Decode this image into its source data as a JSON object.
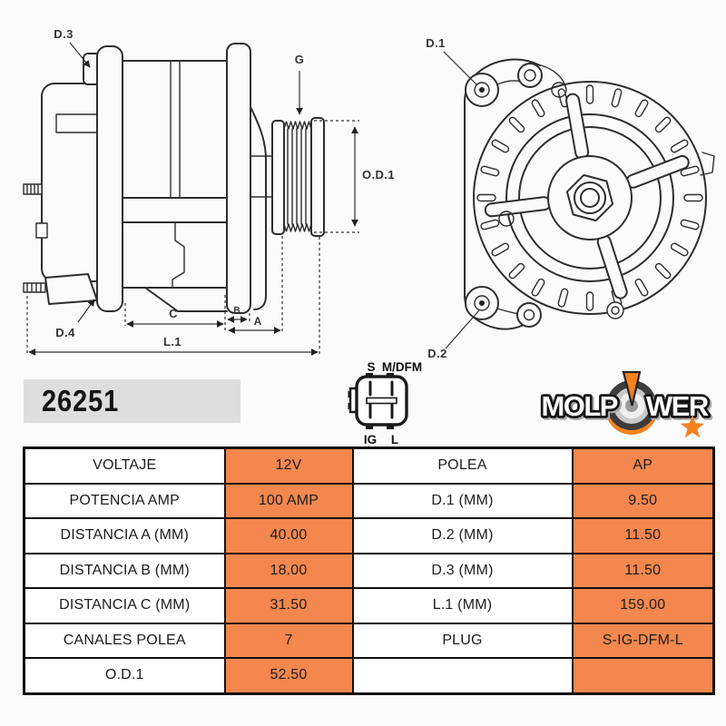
{
  "part_number": "26251",
  "brand": {
    "name": "MOLPOWER",
    "wordmark_left": "MOLP",
    "wordmark_right": "WER"
  },
  "connector": {
    "top_left": "S",
    "top_right": "M/DFM",
    "bottom_left": "IG",
    "bottom_right": "L"
  },
  "diagram": {
    "side_view": {
      "d3": "D.3",
      "d4": "D.4",
      "g": "G",
      "od1": "O.D.1",
      "c": "C",
      "b": "B",
      "a": "A",
      "l1": "L.1"
    },
    "front_view": {
      "d1": "D.1",
      "d2": "D.2"
    }
  },
  "table": {
    "rows": [
      [
        "VOLTAJE",
        "12V",
        "POLEA",
        "AP"
      ],
      [
        "POTENCIA AMP",
        "100 AMP",
        "D.1 (MM)",
        "9.50"
      ],
      [
        "DISTANCIA A (MM)",
        "40.00",
        "D.2 (MM)",
        "11.50"
      ],
      [
        "DISTANCIA B (MM)",
        "18.00",
        "D.3 (MM)",
        "11.50"
      ],
      [
        "DISTANCIA C (MM)",
        "31.50",
        "L.1 (MM)",
        "159.00"
      ],
      [
        "CANALES POLEA",
        "7",
        "PLUG",
        "S-IG-DFM-L"
      ],
      [
        "O.D.1",
        "52.50",
        "",
        ""
      ]
    ]
  },
  "colors": {
    "accent_orange": "#F4874D",
    "logo_orange": "#F58220",
    "part_box_gray": "#DEDEDE",
    "table_border": "#111111"
  }
}
